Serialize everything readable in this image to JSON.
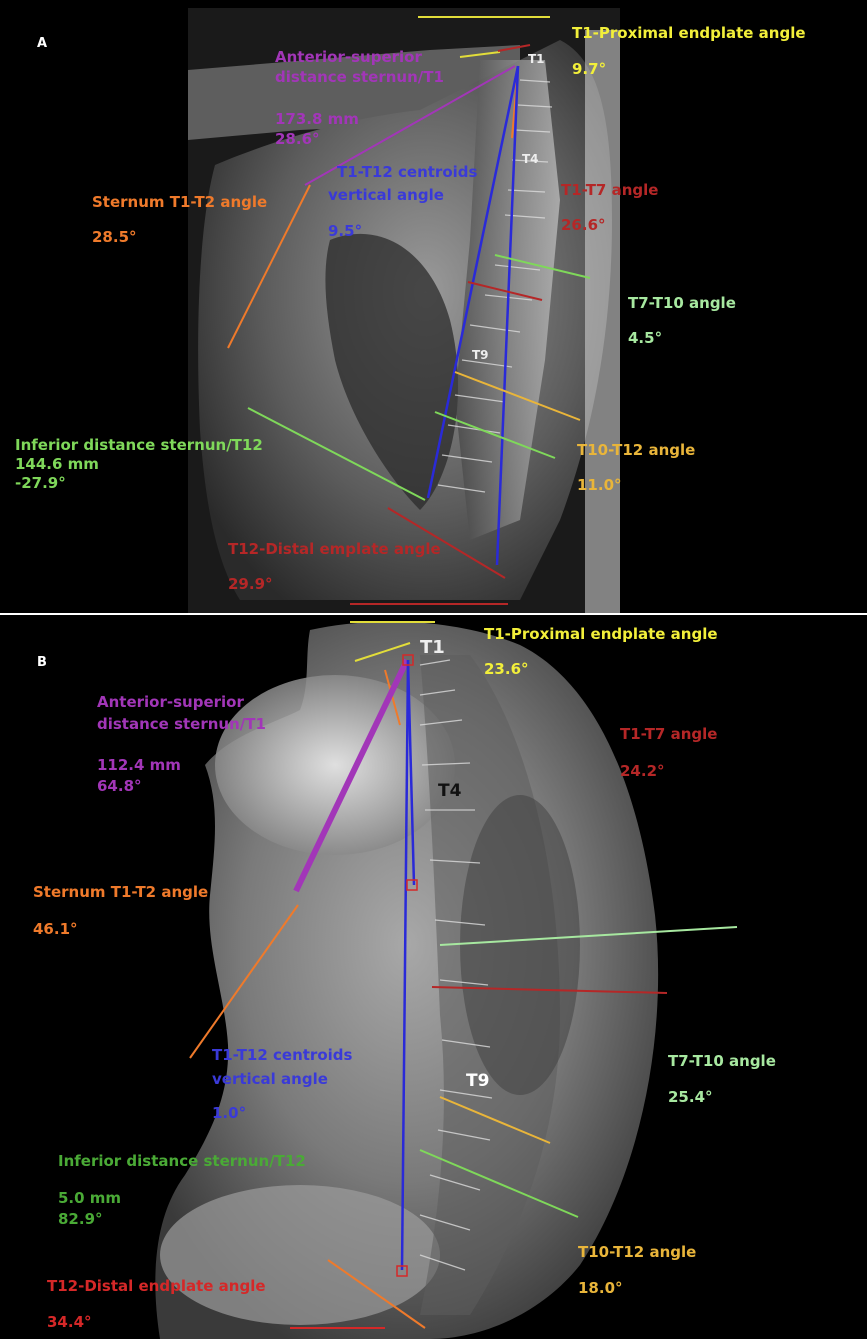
{
  "panel_a": {
    "letter": "A",
    "vertebra_labels": [
      "T1",
      "T4",
      "T9"
    ],
    "labels": {
      "t1_proximal_title": "T1-Proximal endplate angle",
      "t1_proximal_value": "9.7°",
      "ant_sup_title_1": "Anterior-superior",
      "ant_sup_title_2": "distance sternun/T1",
      "ant_sup_dist": "173.8 mm",
      "ant_sup_angle": "28.6°",
      "centroids_title_1": "T1-T12 centroids",
      "centroids_title_2": "vertical angle",
      "centroids_value": "9.5°",
      "sternum_title": "Sternum T1-T2 angle",
      "sternum_value": "28.5°",
      "t1t7_title": "T1-T7 angle",
      "t1t7_value": "26.6°",
      "t7t10_title": "T7-T10 angle",
      "t7t10_value": "4.5°",
      "inf_title": "Inferior distance sternun/T12",
      "inf_dist": "144.6 mm",
      "inf_angle": "-27.9°",
      "t10t12_title": "T10-T12 angle",
      "t10t12_value": "11.0°",
      "t12_title": "T12-Distal emplate angle",
      "t12_value": "29.9°"
    }
  },
  "panel_b": {
    "letter": "B",
    "vertebra_labels": [
      "T1",
      "T4",
      "T9"
    ],
    "labels": {
      "t1_proximal_title": "T1-Proximal endplate angle",
      "t1_proximal_value": "23.6°",
      "ant_sup_title_1": "Anterior-superior",
      "ant_sup_title_2": "distance sternun/T1",
      "ant_sup_dist": "112.4 mm",
      "ant_sup_angle": "64.8°",
      "t1t7_title": "T1-T7 angle",
      "t1t7_value": "24.2°",
      "sternum_title": "Sternum T1-T2 angle",
      "sternum_value": "46.1°",
      "centroids_title_1": "T1-T12 centroids",
      "centroids_title_2": "vertical angle",
      "centroids_value": "1.0°",
      "t7t10_title": "T7-T10 angle",
      "t7t10_value": "25.4°",
      "inf_title": "Inferior distance sternun/T12",
      "inf_dist": "5.0 mm",
      "inf_angle": "82.9°",
      "t10t12_title": "T10-T12 angle",
      "t10t12_value": "18.0°",
      "t12_title": "T12-Distal endplate angle",
      "t12_value": "34.4°"
    }
  },
  "colors": {
    "yellow": "#f2ef3a",
    "purple": "#a236b8",
    "orange": "#ef7a2b",
    "blue": "#3a3ad8",
    "dark_red": "#b52727",
    "light_green": "#a7e8a0",
    "green": "#7fd85a",
    "gold": "#e9b53a",
    "red": "#d52828"
  }
}
